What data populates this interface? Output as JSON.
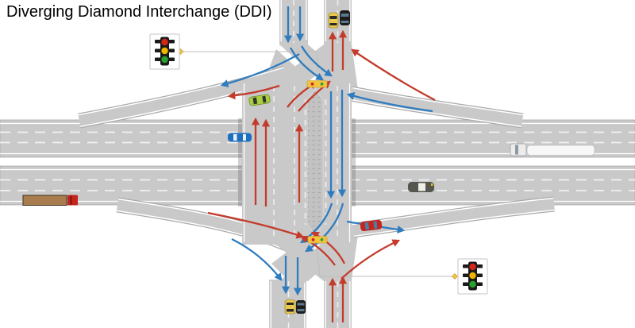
{
  "title": "Diverging Diamond Interchange (DDI)",
  "colors": {
    "road": "#c9c9c9",
    "road-edge": "#a9a9a9",
    "lane-marking": "#ffffff",
    "median-island": "#c2c2c2",
    "median-speckle": "#a9a9a9",
    "flow-southbound": "#2f7cbf",
    "flow-northbound": "#c43b2c",
    "signal-bar": "#f2c43d",
    "signal-red": "#cc2222",
    "signal-green": "#2f9e3f",
    "leader": "#bdbdbd",
    "light-red": "#d42718",
    "light-amber": "#f0b400",
    "light-green": "#2aa12e"
  },
  "flows": {
    "blue_arrows": {
      "hex": "#2f7cbf",
      "direction": "southbound cross-street stream"
    },
    "red_arrows": {
      "hex": "#c43b2c",
      "direction": "northbound cross-street stream"
    }
  },
  "traffic_lights": [
    {
      "id": "northwest",
      "position": "upper-left",
      "lamps": [
        "red",
        "yellow",
        "green"
      ],
      "connected_to": "north crossover signal"
    },
    {
      "id": "southeast",
      "position": "lower-right",
      "lamps": [
        "red",
        "yellow",
        "green"
      ],
      "connected_to": "south crossover signal"
    }
  ],
  "crossover_signals": [
    {
      "id": "north",
      "dots": [
        "red",
        "green"
      ]
    },
    {
      "id": "south",
      "dots": [
        "red",
        "green"
      ]
    }
  ],
  "vehicles": [
    {
      "name": "yellow-car-northbound-exit",
      "color": "#e9c94d",
      "heading": "up"
    },
    {
      "name": "black-car-northbound-exit",
      "color": "#1c1c1c",
      "heading": "up"
    },
    {
      "name": "green-car-westbound-onramp",
      "color": "#a8cf3e",
      "heading": "left"
    },
    {
      "name": "blue-car-westbound-freeway",
      "color": "#1f6fc0",
      "heading": "left"
    },
    {
      "name": "white-semi-truck-westbound-freeway",
      "color": "#f5f5f5",
      "heading": "left"
    },
    {
      "name": "dark-car-eastbound-freeway",
      "color": "#56564e",
      "heading": "right"
    },
    {
      "name": "brown-flatbed-truck-eastbound-freeway",
      "color": "#a97c4e",
      "cab_color": "#c4251d",
      "heading": "right"
    },
    {
      "name": "red-car-eastbound-onramp",
      "color": "#c4251d",
      "heading": "right"
    },
    {
      "name": "yellow-car-southbound-exit",
      "color": "#e9c94d",
      "heading": "down"
    },
    {
      "name": "black-car-southbound-exit",
      "color": "#1c1c1c",
      "heading": "down"
    }
  ]
}
